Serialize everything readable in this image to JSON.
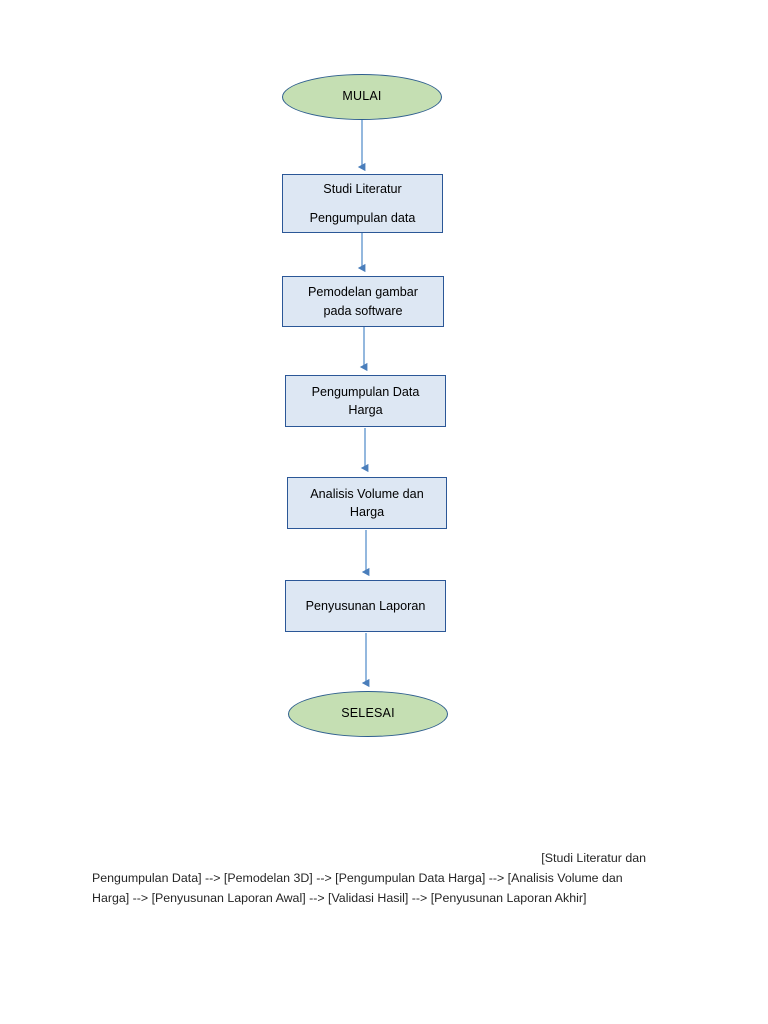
{
  "document": {
    "title": "Diagram Alir Penelitian",
    "background_color": "#ffffff"
  },
  "palette": {
    "terminal_fill": "#c5dfb3",
    "terminal_border": "#2e5e8e",
    "process_fill": "#dde7f3",
    "process_border": "#2b5797",
    "connector": "#4a7ebb",
    "text": "#000000",
    "caption_text": "#262626"
  },
  "flowchart": {
    "type": "flowchart",
    "orientation": "top-to-bottom",
    "nodes": [
      {
        "id": "start",
        "shape": "ellipse",
        "label": "MULAI",
        "lines": [
          "MULAI"
        ]
      },
      {
        "id": "step1",
        "shape": "rectangle",
        "label": "Studi Literatur Pengumpulan data",
        "lines": [
          "Studi Literatur",
          "Pengumpulan data"
        ]
      },
      {
        "id": "step2",
        "shape": "rectangle",
        "label": "Pemodelan gambar pada software",
        "lines": [
          "Pemodelan gambar",
          "pada software"
        ]
      },
      {
        "id": "step3",
        "shape": "rectangle",
        "label": "Pengumpulan Data Harga",
        "lines": [
          "Pengumpulan Data",
          "Harga"
        ]
      },
      {
        "id": "step4",
        "shape": "rectangle",
        "label": "Analisis Volume dan Harga",
        "lines": [
          "Analisis Volume dan",
          "Harga"
        ]
      },
      {
        "id": "step5",
        "shape": "rectangle",
        "label": "Penyusunan Laporan",
        "lines": [
          "Penyusunan Laporan"
        ]
      },
      {
        "id": "end",
        "shape": "ellipse",
        "label": "SELESAI",
        "lines": [
          "SELESAI"
        ]
      }
    ],
    "edges": [
      {
        "from": "start",
        "to": "step1",
        "arrow": "down"
      },
      {
        "from": "step1",
        "to": "step2",
        "arrow": "down"
      },
      {
        "from": "step2",
        "to": "step3",
        "arrow": "down"
      },
      {
        "from": "step3",
        "to": "step4",
        "arrow": "down"
      },
      {
        "from": "step4",
        "to": "step5",
        "arrow": "down"
      },
      {
        "from": "step5",
        "to": "end",
        "arrow": "down"
      }
    ]
  },
  "caption": {
    "line1": "[Studi Literatur dan",
    "line2": "Pengumpulan Data] --> [Pemodelan 3D] --> [Pengumpulan Data Harga] --> [Analisis Volume dan",
    "line3": "Harga] --> [Penyusunan Laporan Awal] --> [Validasi Hasil] --> [Penyusunan Laporan Akhir]",
    "full_text": "[Studi Literatur dan Pengumpulan Data] --> [Pemodelan 3D] --> [Pengumpulan Data Harga] --> [Analisis Volume dan Harga] --> [Penyusunan Laporan Awal] --> [Validasi Hasil] --> [Penyusunan Laporan Akhir]"
  }
}
